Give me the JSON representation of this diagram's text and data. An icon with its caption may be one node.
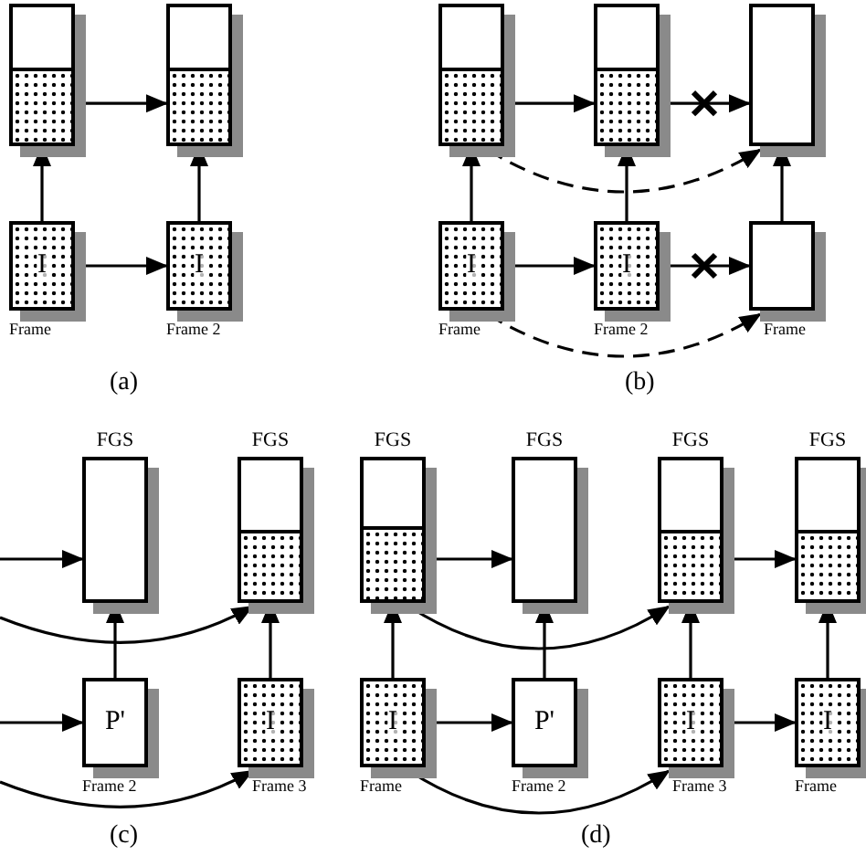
{
  "diagram": {
    "nodes": [
      {
        "text": [],
        "shape": "box"
      },
      {
        "text": [],
        "shape": "box"
      },
      {
        "text": [
          "I"
        ],
        "beside": [
          "Frame"
        ]
      },
      {
        "text": [
          "I"
        ],
        "beside": [
          "Frame 2"
        ]
      },
      {
        "text": [],
        "shape": "box"
      },
      {
        "text": [],
        "shape": "box"
      },
      {
        "text": [],
        "shape": "box"
      },
      {
        "text": [
          "I"
        ],
        "beside": [
          "Frame"
        ]
      },
      {
        "text": [
          "I"
        ],
        "beside": [
          "Frame 2"
        ]
      },
      {
        "text": [],
        "shape": "box",
        "beside": [
          "Frame"
        ]
      },
      {
        "text": [
          "FGS"
        ]
      },
      {
        "text": [
          "FGS"
        ]
      },
      {
        "text": [
          "P'"
        ],
        "beside": [
          "Frame 2"
        ]
      },
      {
        "text": [
          "I"
        ],
        "beside": [
          "Frame 3"
        ]
      },
      {
        "text": [
          "FGS"
        ]
      },
      {
        "text": [
          "FGS"
        ]
      },
      {
        "text": [
          "FGS"
        ]
      },
      {
        "text": [
          "FGS"
        ]
      },
      {
        "text": [
          "I"
        ],
        "beside": [
          "Frame"
        ]
      },
      {
        "text": [
          "P'"
        ],
        "beside": [
          "Frame 2"
        ]
      },
      {
        "text": [
          "I"
        ],
        "beside": [
          "Frame 3"
        ]
      },
      {
        "text": [
          "I"
        ],
        "beside": [
          "Frame"
        ]
      }
    ],
    "edges": [
      {
        "from": 0,
        "to": 1,
        "arrow": "to"
      },
      {
        "from": 2,
        "to": 3,
        "arrow": "to"
      },
      {
        "from": 2,
        "to": 0,
        "arrow": "to"
      },
      {
        "from": 3,
        "to": 1,
        "arrow": "to"
      },
      {
        "from": 4,
        "to": 5,
        "arrow": "to"
      },
      {
        "from": 5,
        "to": 6,
        "arrow": "to"
      },
      {
        "from": 7,
        "to": 8,
        "arrow": "to"
      },
      {
        "from": 8,
        "to": 9,
        "arrow": "to"
      },
      {
        "from": 7,
        "to": 4,
        "arrow": "to"
      },
      {
        "from": 8,
        "to": 5,
        "arrow": "to"
      },
      {
        "from": 9,
        "to": 6,
        "arrow": "to"
      },
      {
        "from": 4,
        "to": 6,
        "arrow": "to",
        "style": "dashed"
      },
      {
        "from": 7,
        "to": 9,
        "arrow": "to",
        "style": "dashed"
      },
      {
        "from": null,
        "to": 10,
        "arrow": "to"
      },
      {
        "from": null,
        "to": 12,
        "arrow": "to"
      },
      {
        "from": null,
        "to": 11,
        "arrow": "to"
      },
      {
        "from": null,
        "to": 13,
        "arrow": "to"
      },
      {
        "from": 12,
        "to": 10,
        "arrow": "to"
      },
      {
        "from": 13,
        "to": 11,
        "arrow": "to"
      },
      {
        "from": 14,
        "to": 15,
        "arrow": "to"
      },
      {
        "from": 16,
        "to": 17,
        "arrow": "to"
      },
      {
        "from": 18,
        "to": 19,
        "arrow": "to"
      },
      {
        "from": 20,
        "to": 21,
        "arrow": "to"
      },
      {
        "from": 18,
        "to": 14,
        "arrow": "to"
      },
      {
        "from": 19,
        "to": 15,
        "arrow": "to"
      },
      {
        "from": 20,
        "to": 16,
        "arrow": "to"
      },
      {
        "from": 21,
        "to": 17,
        "arrow": "to"
      },
      {
        "from": 14,
        "to": 16,
        "arrow": "to"
      },
      {
        "from": 18,
        "to": 20,
        "arrow": "to"
      }
    ],
    "labels": [
      "(a)",
      "(b)",
      "(c)",
      "(d)"
    ]
  }
}
